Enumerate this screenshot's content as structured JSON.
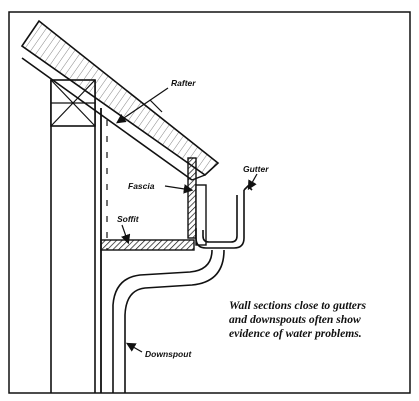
{
  "labels": {
    "rafter": "Rafter",
    "fascia": "Fascia",
    "gutter": "Gutter",
    "soffit": "Soffit",
    "downspout": "Downspout"
  },
  "caption": {
    "line1": "Wall sections close to gutters",
    "line2": "and downspouts often show",
    "line3": "evidence of water problems."
  },
  "colors": {
    "ink": "#111111",
    "background": "#ffffff"
  }
}
